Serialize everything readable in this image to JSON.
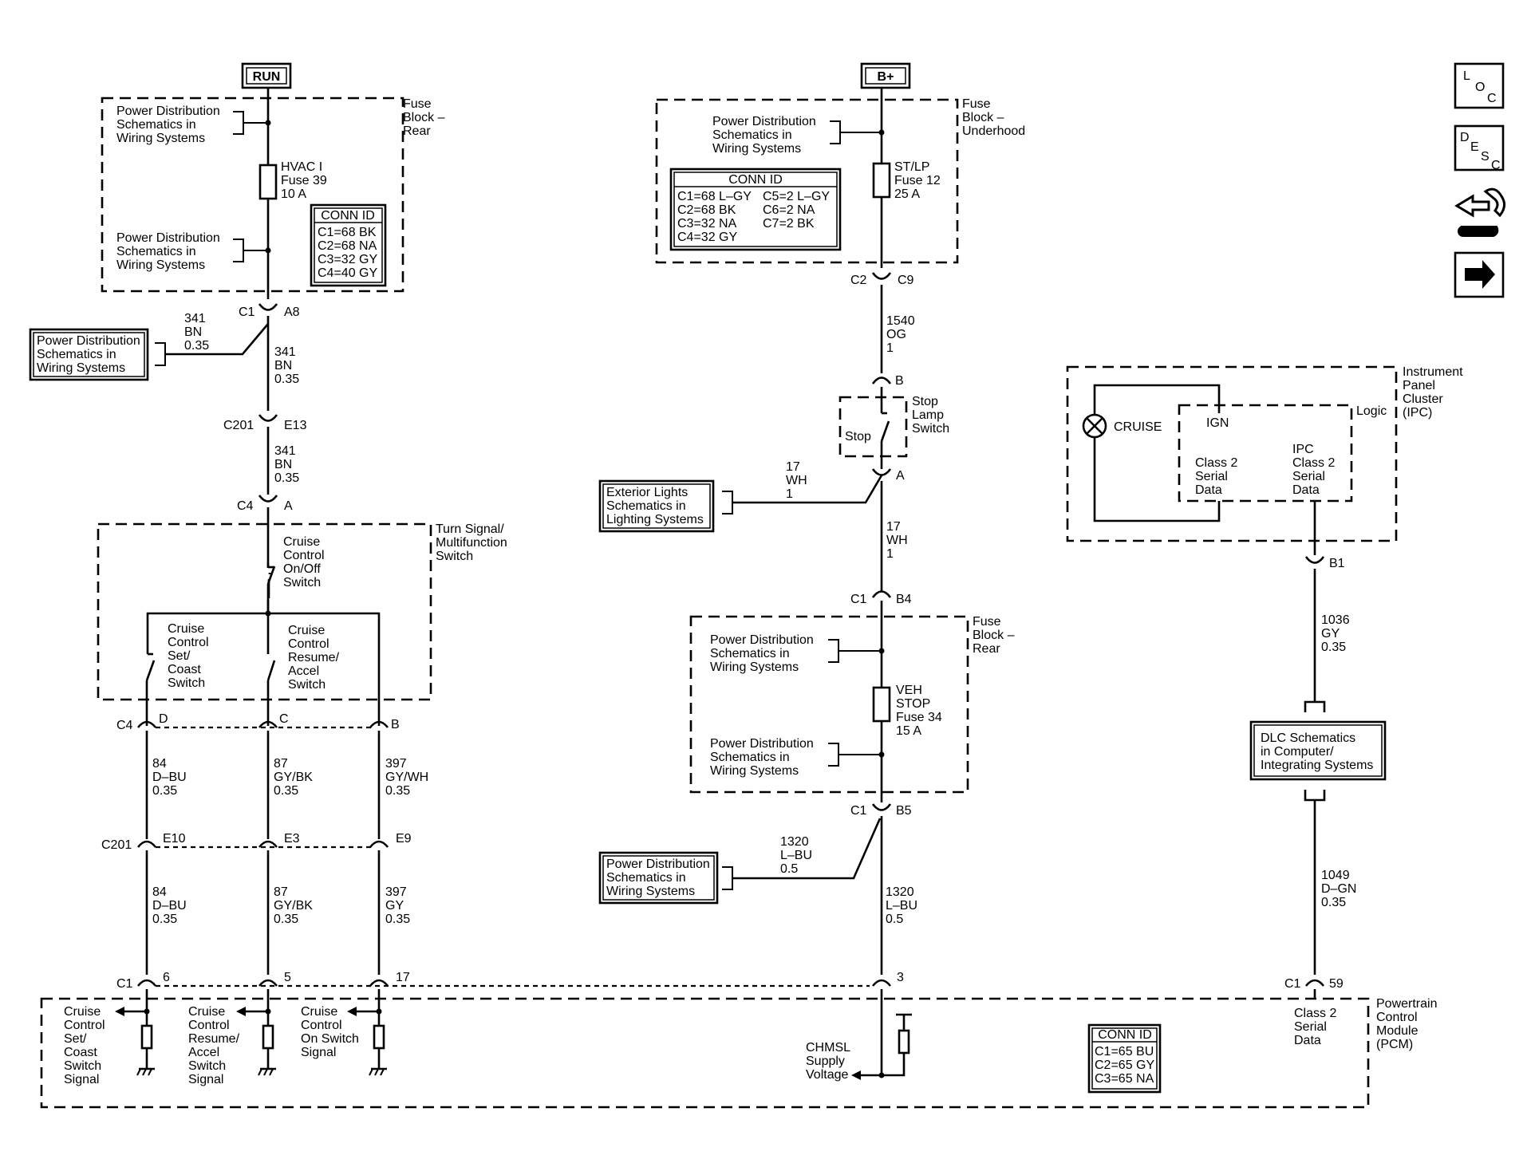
{
  "power": {
    "run": "RUN",
    "bplus": "B+"
  },
  "fuse_block_rear_top": {
    "label": [
      "Fuse",
      "Block –",
      "Rear"
    ],
    "pd1": [
      "Power Distribution",
      "Schematics in",
      "Wiring Systems"
    ],
    "pd2": [
      "Power Distribution",
      "Schematics in",
      "Wiring Systems"
    ],
    "fuse": [
      "HVAC I",
      "Fuse 39",
      "10 A"
    ],
    "conn_title": "CONN ID",
    "conn": [
      "C1=68 BK",
      "C2=68 NA",
      "C3=32 GY",
      "C4=40 GY"
    ]
  },
  "fuse_block_underhood": {
    "label": [
      "Fuse",
      "Block –",
      "Underhood"
    ],
    "pd": [
      "Power Distribution",
      "Schematics in",
      "Wiring Systems"
    ],
    "fuse": [
      "ST/LP",
      "Fuse 12",
      "25 A"
    ],
    "conn_title": "CONN ID",
    "conn_left": [
      "C1=68 L–GY",
      "C2=68 BK",
      "C3=32 NA",
      "C4=32 GY"
    ],
    "conn_right": [
      "C5=2 L–GY",
      "C6=2 NA",
      "C7=2 BK"
    ]
  },
  "left_circuit": {
    "c1": "C1",
    "a8": "A8",
    "pd_ext": [
      "Power Distribution",
      "Schematics in",
      "Wiring Systems"
    ],
    "w341a": [
      "341",
      "BN",
      "0.35"
    ],
    "w341b": [
      "341",
      "BN",
      "0.35"
    ],
    "c201": "C201",
    "e13": "E13",
    "w341c": [
      "341",
      "BN",
      "0.35"
    ],
    "c4": "C4",
    "a": "A"
  },
  "turn_signal": {
    "label": [
      "Turn Signal/",
      "Multifunction",
      "Switch"
    ],
    "onoff": [
      "Cruise",
      "Control",
      "On/Off",
      "Switch"
    ],
    "setcoast": [
      "Cruise",
      "Control",
      "Set/",
      "Coast",
      "Switch"
    ],
    "resume": [
      "Cruise",
      "Control",
      "Resume/",
      "Accel",
      "Switch"
    ]
  },
  "lower_left": {
    "c4": "C4",
    "d": "D",
    "c": "C",
    "b": "B",
    "w84a": [
      "84",
      "D–BU",
      "0.35"
    ],
    "w87a": [
      "87",
      "GY/BK",
      "0.35"
    ],
    "w397a": [
      "397",
      "GY/WH",
      "0.35"
    ],
    "c201": "C201",
    "e10": "E10",
    "e3": "E3",
    "e9": "E9",
    "w84b": [
      "84",
      "D–BU",
      "0.35"
    ],
    "w87b": [
      "87",
      "GY/BK",
      "0.35"
    ],
    "w397b": [
      "397",
      "GY",
      "0.35"
    ],
    "c1": "C1",
    "p6": "6",
    "p5": "5",
    "p17": "17"
  },
  "center_circuit": {
    "c2": "C2",
    "c9": "C9",
    "w1540": [
      "1540",
      "OG",
      "1"
    ],
    "b": "B",
    "stop_lamp": [
      "Stop",
      "Lamp",
      "Switch"
    ],
    "stop": "Stop",
    "a": "A",
    "w17a": [
      "17",
      "WH",
      "1"
    ],
    "ext_lights": [
      "Exterior Lights",
      "Schematics in",
      "Lighting Systems"
    ],
    "w17b": [
      "17",
      "WH",
      "1"
    ],
    "c1": "C1",
    "b4": "B4",
    "fb_rear_label": [
      "Fuse",
      "Block –",
      "Rear"
    ],
    "pd1": [
      "Power Distribution",
      "Schematics in",
      "Wiring Systems"
    ],
    "pd2": [
      "Power Distribution",
      "Schematics in",
      "Wiring Systems"
    ],
    "fuse": [
      "VEH",
      "STOP",
      "Fuse 34",
      "15 A"
    ],
    "c1b": "C1",
    "b5": "B5",
    "w1320a": [
      "1320",
      "L–BU",
      "0.5"
    ],
    "pd_ext": [
      "Power Distribution",
      "Schematics in",
      "Wiring Systems"
    ],
    "w1320b": [
      "1320",
      "L–BU",
      "0.5"
    ],
    "p3": "3"
  },
  "ipc": {
    "label": [
      "Instrument",
      "Panel",
      "Cluster",
      "(IPC)"
    ],
    "cruise": "CRUISE",
    "logic": "Logic",
    "ign": "IGN",
    "class2a": [
      "Class 2",
      "Serial",
      "Data"
    ],
    "class2b": [
      "IPC",
      "Class 2",
      "Serial",
      "Data"
    ],
    "b1": "B1",
    "w1036": [
      "1036",
      "GY",
      "0.35"
    ],
    "dlc": [
      "DLC Schematics",
      "in Computer/",
      "Integrating Systems"
    ],
    "w1049": [
      "1049",
      "D–GN",
      "0.35"
    ],
    "c1": "C1",
    "p59": "59"
  },
  "pcm": {
    "label": [
      "Powertrain",
      "Control",
      "Module",
      "(PCM)"
    ],
    "sig1": [
      "Cruise",
      "Control",
      "Set/",
      "Coast",
      "Switch",
      "Signal"
    ],
    "sig2": [
      "Cruise",
      "Control",
      "Resume/",
      "Accel",
      "Switch",
      "Signal"
    ],
    "sig3": [
      "Cruise",
      "Control",
      "On Switch",
      "Signal"
    ],
    "chmsl": [
      "CHMSL",
      "Supply",
      "Voltage"
    ],
    "class2": [
      "Class 2",
      "Serial",
      "Data"
    ],
    "conn_title": "CONN ID",
    "conn": [
      "C1=65 BU",
      "C2=65 GY",
      "C3=65 NA"
    ]
  },
  "nav": {
    "loc": [
      "L",
      "O",
      "C"
    ],
    "desc": [
      "D",
      "E",
      "S",
      "C"
    ]
  }
}
